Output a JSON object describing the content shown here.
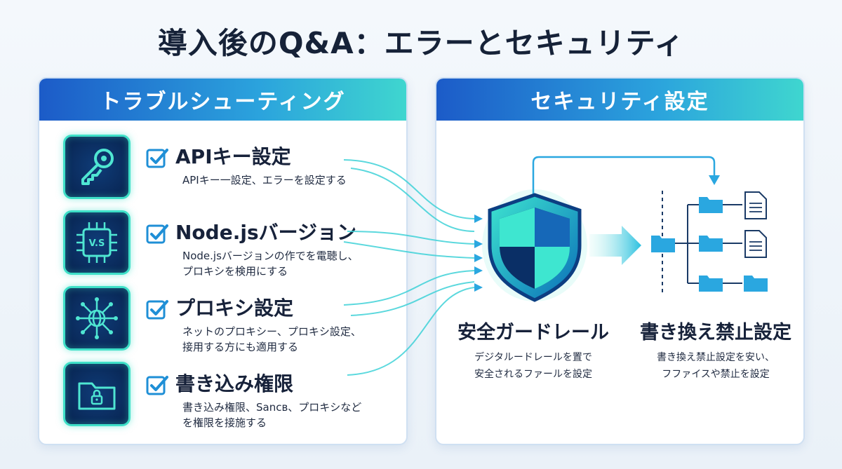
{
  "title": "導入後のQ&A：エラーとセキュリティ",
  "colors": {
    "header_start": "#1c5bc8",
    "header_end": "#3fd6cf",
    "glow": "#3ee0c8",
    "check": "#1f8fd6",
    "folder": "#2aa7e0",
    "icon_bg": "#08234f"
  },
  "left_panel": {
    "heading": "トラブルシューティング",
    "items": [
      {
        "icon": "key-icon",
        "title": "APIキー設定",
        "desc": [
          "APIキー一設定、エラーを設定する"
        ]
      },
      {
        "icon": "chip-icon",
        "chip_label": "V.S",
        "title": "Node.jsバージョン",
        "desc": [
          "Node.jsバージョンの作でを電聴し、",
          "プロキシを検用にする"
        ]
      },
      {
        "icon": "network-globe-icon",
        "title": "プロキシ設定",
        "desc": [
          "ネットのプロキシー、プロキシ設定、",
          "接用する方にも適用する"
        ]
      },
      {
        "icon": "locked-folder-icon",
        "title": "書き込み権限",
        "desc": [
          "書き込み権限、Sancв、プロキシなど",
          "を権限を接施する"
        ]
      }
    ]
  },
  "right_panel": {
    "heading": "セキュリティ設定",
    "guardrail": {
      "title": "安全ガードレール",
      "desc": [
        "デジタルードレールを置で",
        "安全されるファールを設定"
      ]
    },
    "readonly": {
      "title": "書き換え禁止設定",
      "desc": [
        "書き換え禁止設定を安い、",
        "フファイスや禁止を設定"
      ]
    }
  }
}
